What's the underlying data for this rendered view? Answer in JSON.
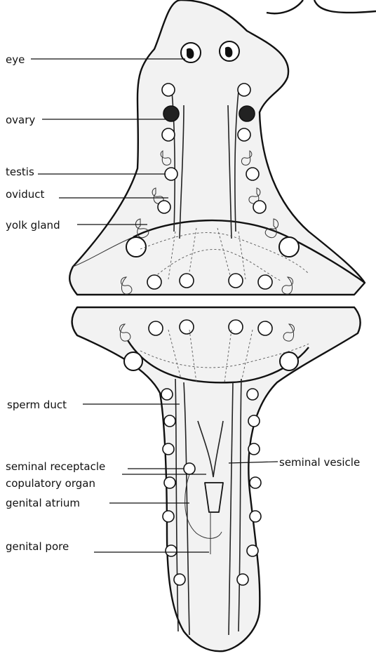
{
  "labels": {
    "eye": "eye",
    "ovary": "ovary",
    "testis": "testis",
    "oviduct": "oviduct",
    "yolk_gland": "yolk gland",
    "sperm_duct": "sperm duct",
    "seminal_receptacle": "seminal receptacle",
    "copulatory_organ": "copulatory organ",
    "genital_atrium": "genital atrium",
    "genital_pore": "genital pore",
    "seminal_vesicle": "seminal vesicle"
  },
  "colors": {
    "ink": "#111111",
    "body": "#f2f2f2",
    "background": "#ffffff"
  }
}
